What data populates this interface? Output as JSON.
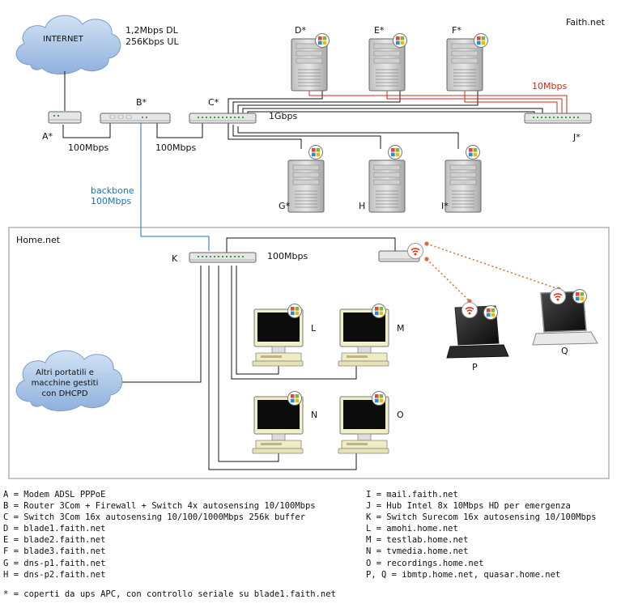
{
  "domain_labels": {
    "faith": "Faith.net",
    "home": "Home.net"
  },
  "internet": {
    "label": "INTERNET",
    "speed_dl": "1,2Mbps DL",
    "speed_ul": "256Kbps UL"
  },
  "links": {
    "a_b": "100Mbps",
    "b_c": "100Mbps",
    "gigabit": "1Gbps",
    "red": "10Mbps",
    "backbone_1": "backbone",
    "backbone_2": "100Mbps",
    "home_switch": "100Mbps"
  },
  "devices": {
    "A": "A*",
    "B": "B*",
    "C": "C*",
    "D": "D*",
    "E": "E*",
    "F": "F*",
    "G": "G*",
    "H": "H",
    "I": "I*",
    "J": "J*",
    "K": "K",
    "L": "L",
    "M": "M",
    "N": "N",
    "O": "O",
    "P": "P",
    "Q": "Q"
  },
  "dhcp_cloud": {
    "line1": "Altri portatili e",
    "line2": "macchine gestiti",
    "line3": "con DHCPD"
  },
  "legend_left": [
    "A = Modem ADSL PPPoE",
    "B = Router 3Com + Firewall + Switch 4x autosensing 10/100Mbps",
    "C = Switch 3Com 16x autosensing 10/100/1000Mbps 256k buffer",
    "D = blade1.faith.net",
    "E = blade2.faith.net",
    "F = blade3.faith.net",
    "G = dns-p1.faith.net",
    "H = dns-p2.faith.net"
  ],
  "legend_right": [
    "I = mail.faith.net",
    "J = Hub Intel 8x 10Mbps HD per emergenza",
    "K = Switch Surecom 16x autosensing 10/100Mbps",
    "L = amohi.home.net",
    "M = testlab.home.net",
    "N = tvmedia.home.net",
    "O = recordings.home.net",
    "P, Q = ibmtp.home.net, quasar.home.net"
  ],
  "footnote": "* = coperti da ups APC, con controllo seriale su blade1.faith.net",
  "colors": {
    "backbone": "#1a73c0",
    "red_link": "#cc2a1a",
    "wireless": "#e0693a",
    "cloud_fill": "#a9c4e6"
  }
}
